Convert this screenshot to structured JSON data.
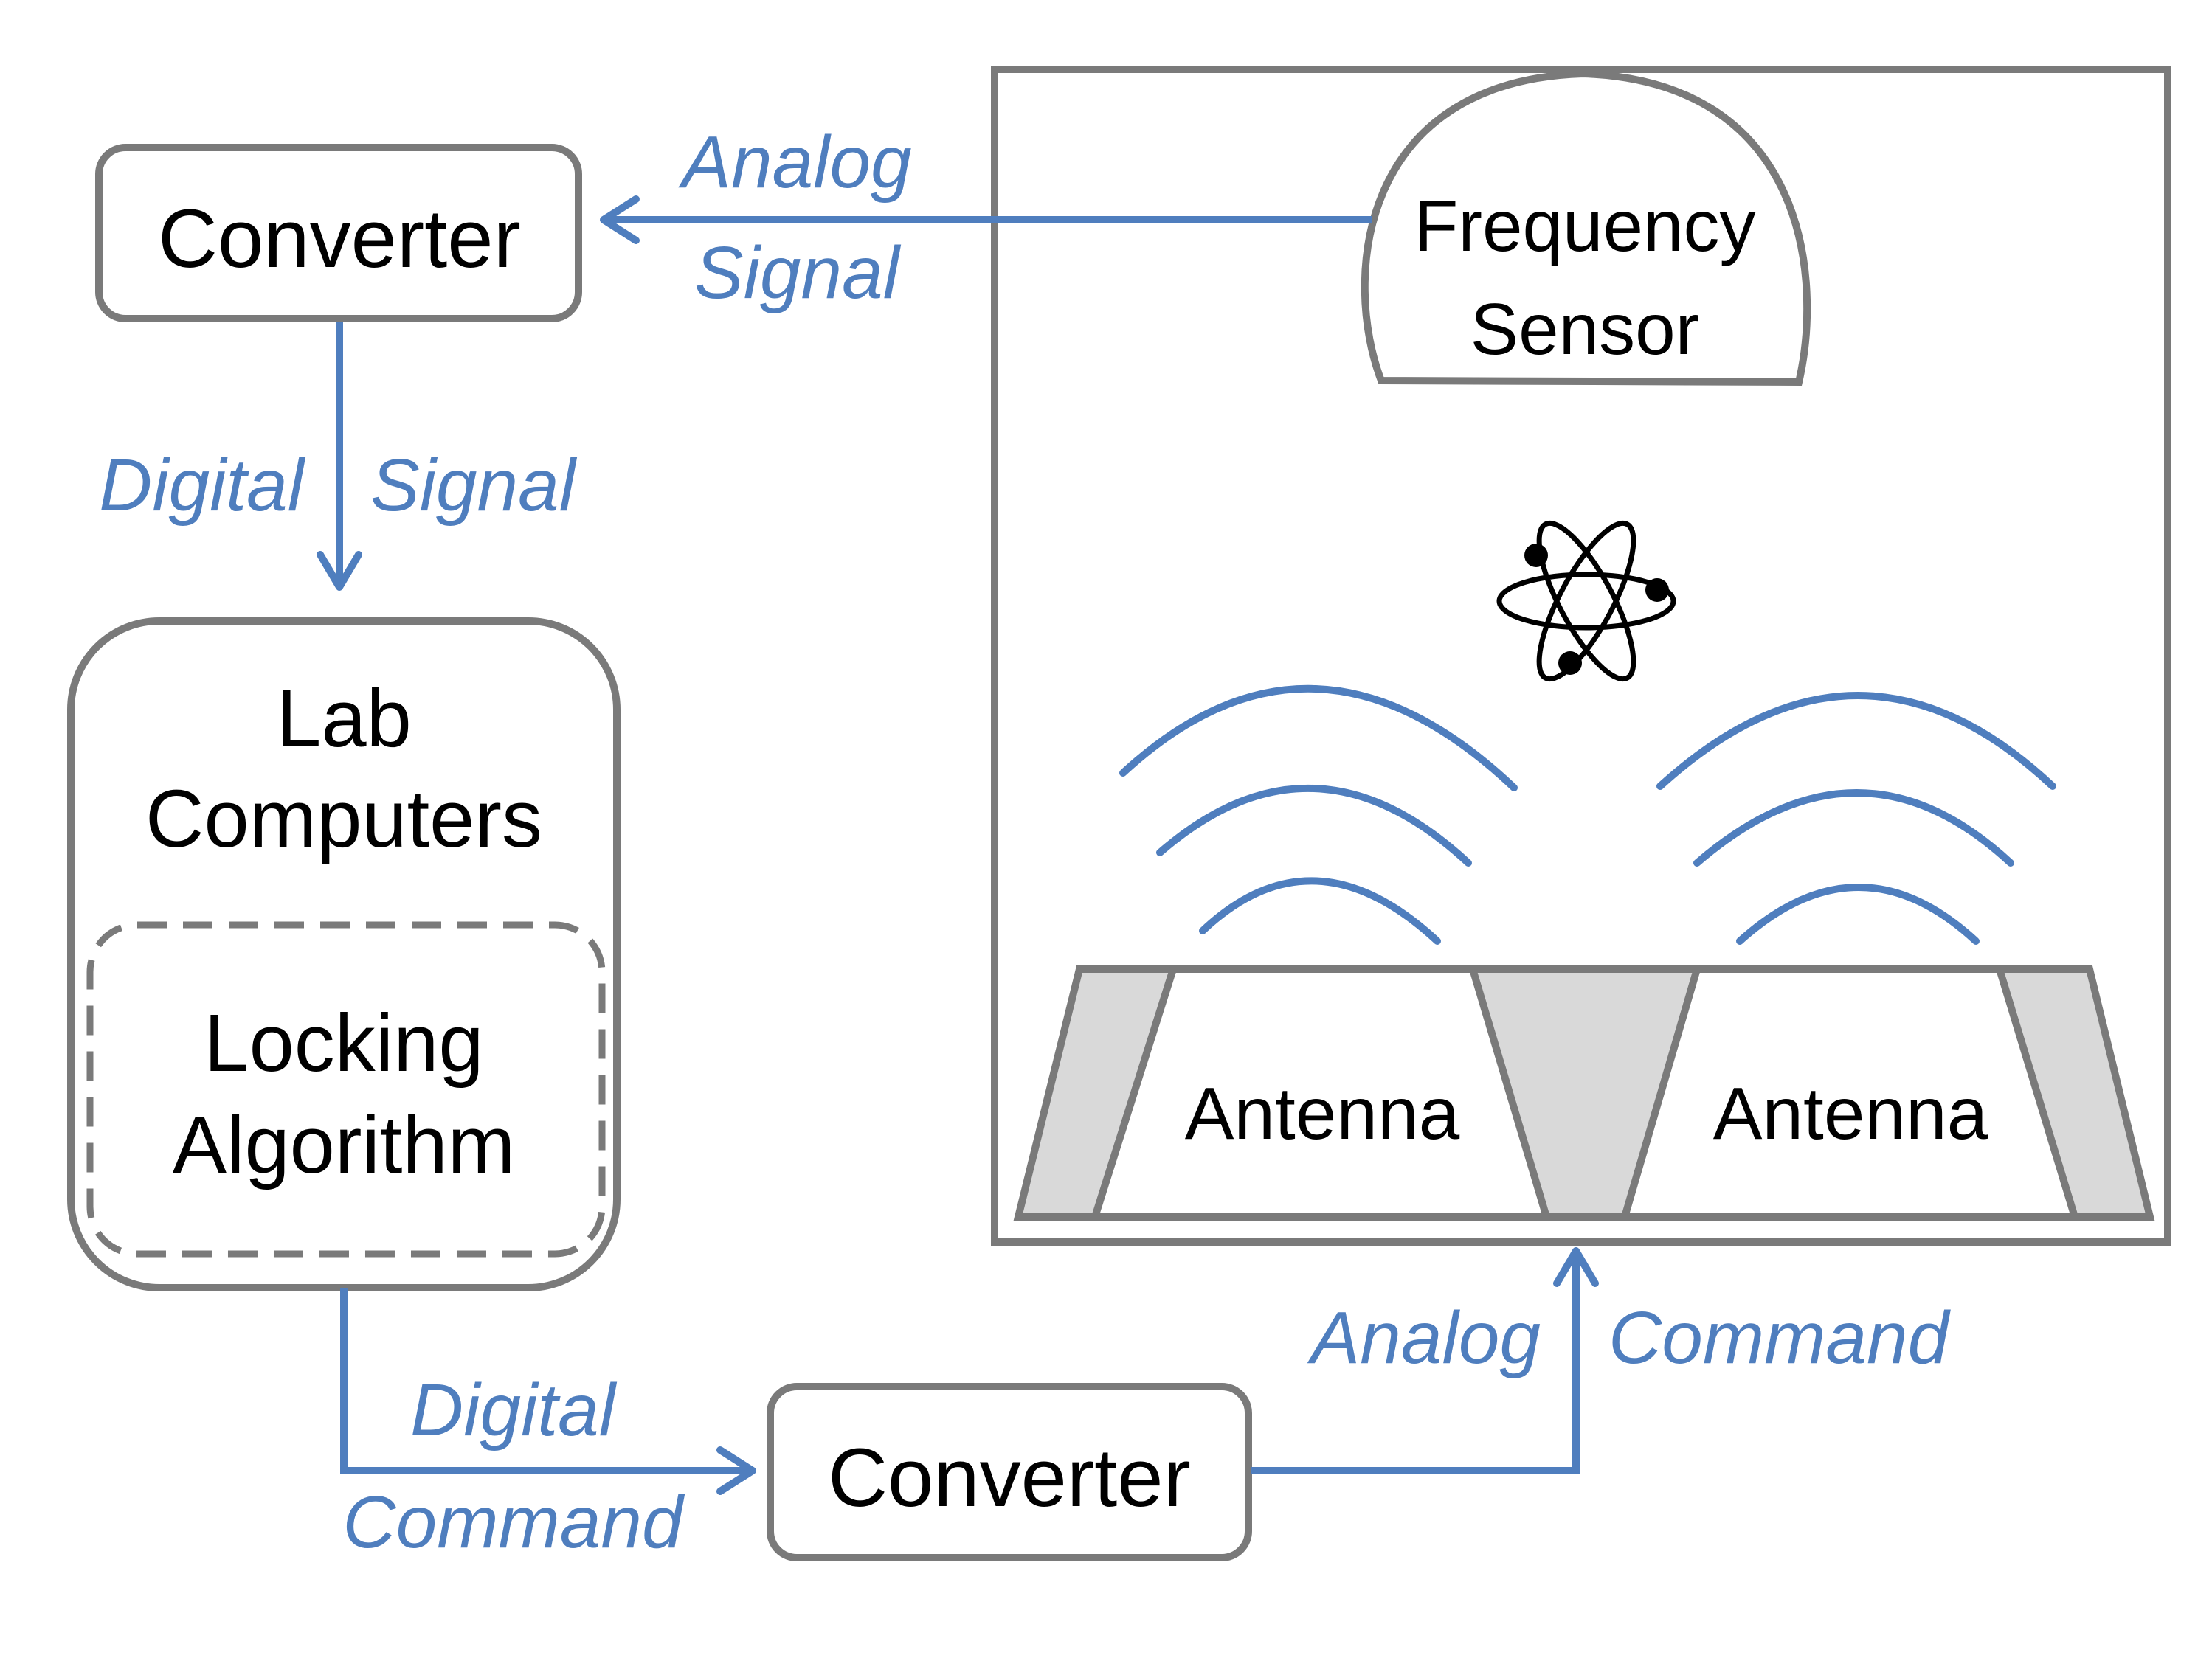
{
  "nodes": {
    "converter_top": "Converter",
    "lab_computers_line1": "Lab",
    "lab_computers_line2": "Computers",
    "locking_line1": "Locking",
    "locking_line2": "Algorithm",
    "converter_bottom": "Converter",
    "frequency_sensor_line1": "Frequency",
    "frequency_sensor_line2": "Sensor",
    "antenna_left": "Antenna",
    "antenna_right": "Antenna"
  },
  "edges": {
    "analog_signal_line1": "Analog",
    "analog_signal_line2": "Signal",
    "digital_signal_part1": "Digital",
    "digital_signal_part2": "Signal",
    "digital_command_line1": "Digital",
    "digital_command_line2": "Command",
    "analog_command_part1": "Analog",
    "analog_command_part2": "Command"
  },
  "icons": {
    "atom": "atom-icon"
  },
  "colors": {
    "signal_blue": "#4f7ebe",
    "outline_gray": "#7a7a7a",
    "antenna_gray": "#d9d9d9"
  }
}
